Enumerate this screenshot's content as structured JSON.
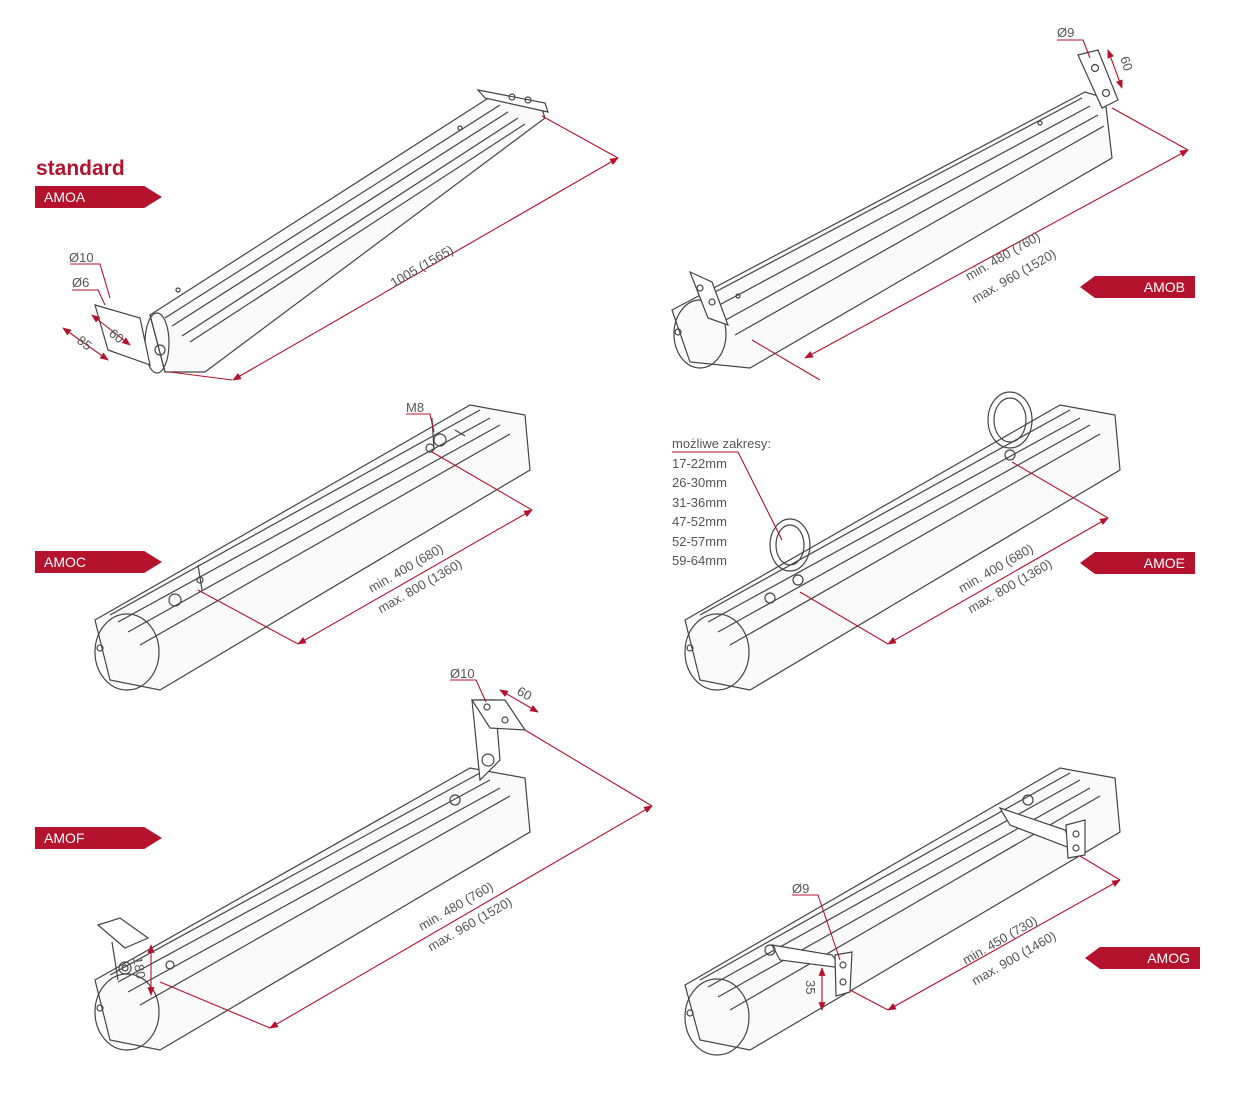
{
  "colors": {
    "accent": "#b5122d",
    "line": "#444444",
    "dim_text": "#555555"
  },
  "heading": "standard",
  "variants": {
    "amoa": {
      "tag": "AMOA",
      "length": "1005 (1565)",
      "d1": "Ø10",
      "d2": "Ø6",
      "w1": "60",
      "w2": "85"
    },
    "amob": {
      "tag": "AMOB",
      "line1": "min. 480 (760)",
      "line2": "max. 960 (1520)",
      "hole": "Ø9",
      "gap": "60"
    },
    "amoc": {
      "tag": "AMOC",
      "line1": "min. 400 (680)",
      "line2": "max. 800 (1360)",
      "bolt": "M8"
    },
    "amoe": {
      "tag": "AMOE",
      "line1": "min. 400 (680)",
      "line2": "max. 800 (1360)",
      "ranges_title": "możliwe zakresy:",
      "ranges": [
        "17-22mm",
        "26-30mm",
        "31-36mm",
        "47-52mm",
        "52-57mm",
        "59-64mm"
      ]
    },
    "amof": {
      "tag": "AMOF",
      "line1": "min. 480 (760)",
      "line2": "max. 960 (1520)",
      "hole": "Ø10",
      "gap": "60",
      "height": "180"
    },
    "amog": {
      "tag": "AMOG",
      "line1": "min. 450 (730)",
      "line2": "max. 900 (1460)",
      "hole": "Ø9",
      "height": "35"
    }
  }
}
